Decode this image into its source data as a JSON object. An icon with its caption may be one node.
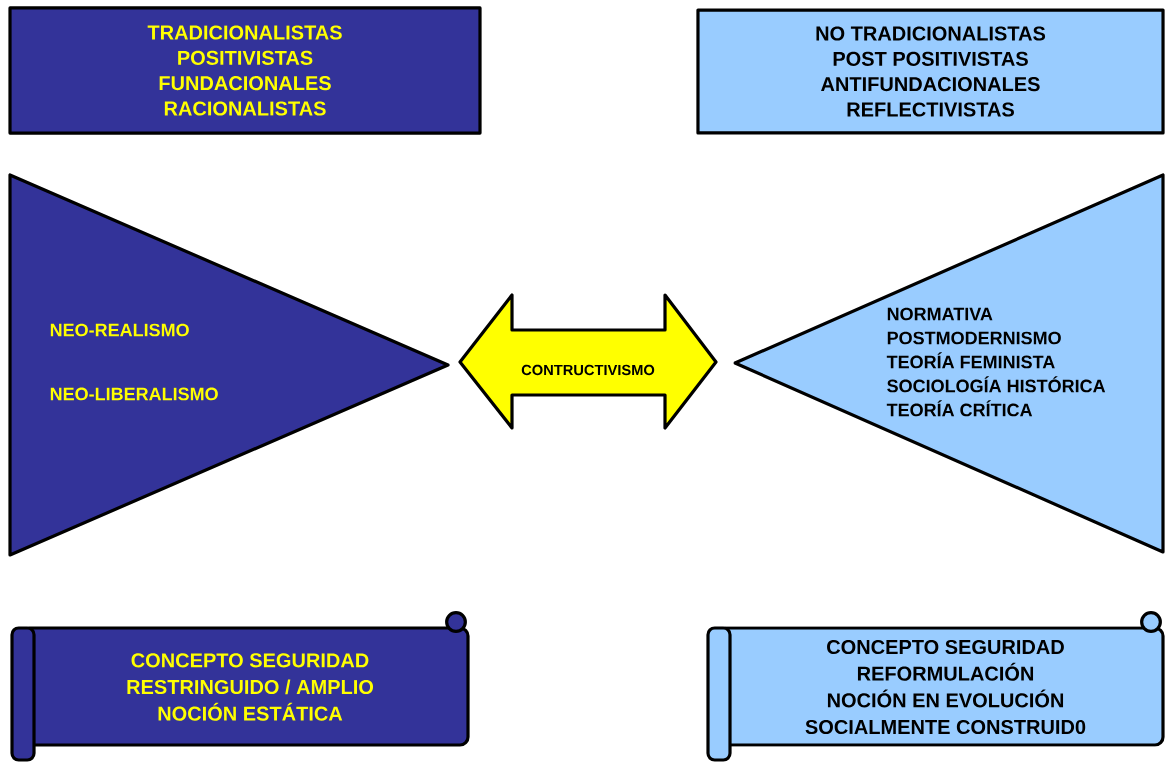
{
  "diagram": {
    "nodes": [
      {
        "text": [
          "TRADICIONALISTAS",
          "POSITIVISTAS",
          "FUNDACIONALES",
          "RACIONALISTAS"
        ]
      },
      {
        "text": [
          "NO TRADICIONALISTAS",
          "POST POSITIVISTAS",
          "ANTIFUNDACIONALES",
          "REFLECTIVISTAS"
        ]
      },
      {
        "text": [
          "NEO-REALISMO",
          "NEO-LIBERALISMO"
        ]
      },
      {
        "text": [
          "NORMATIVA",
          "POSTMODERNISMO",
          "TEORÍA FEMINISTA",
          "SOCIOLOGÍA HISTÓRICA",
          "TEORÍA CRÍTICA"
        ]
      },
      {
        "text": [
          "CONCEPTO SEGURIDAD",
          "RESTRINGUIDO / AMPLIO",
          "NOCIÓN ESTÁTICA"
        ]
      },
      {
        "text": [
          "CONCEPTO SEGURIDAD",
          "REFORMULACIÓN",
          "NOCIÓN EN EVOLUCIÓN",
          "SOCIALMENTE CONSTRUID0"
        ]
      }
    ],
    "edges": [
      {
        "from": 2,
        "to": 3,
        "arrow": "both",
        "label": "CONTRUCTIVISMO"
      }
    ]
  }
}
